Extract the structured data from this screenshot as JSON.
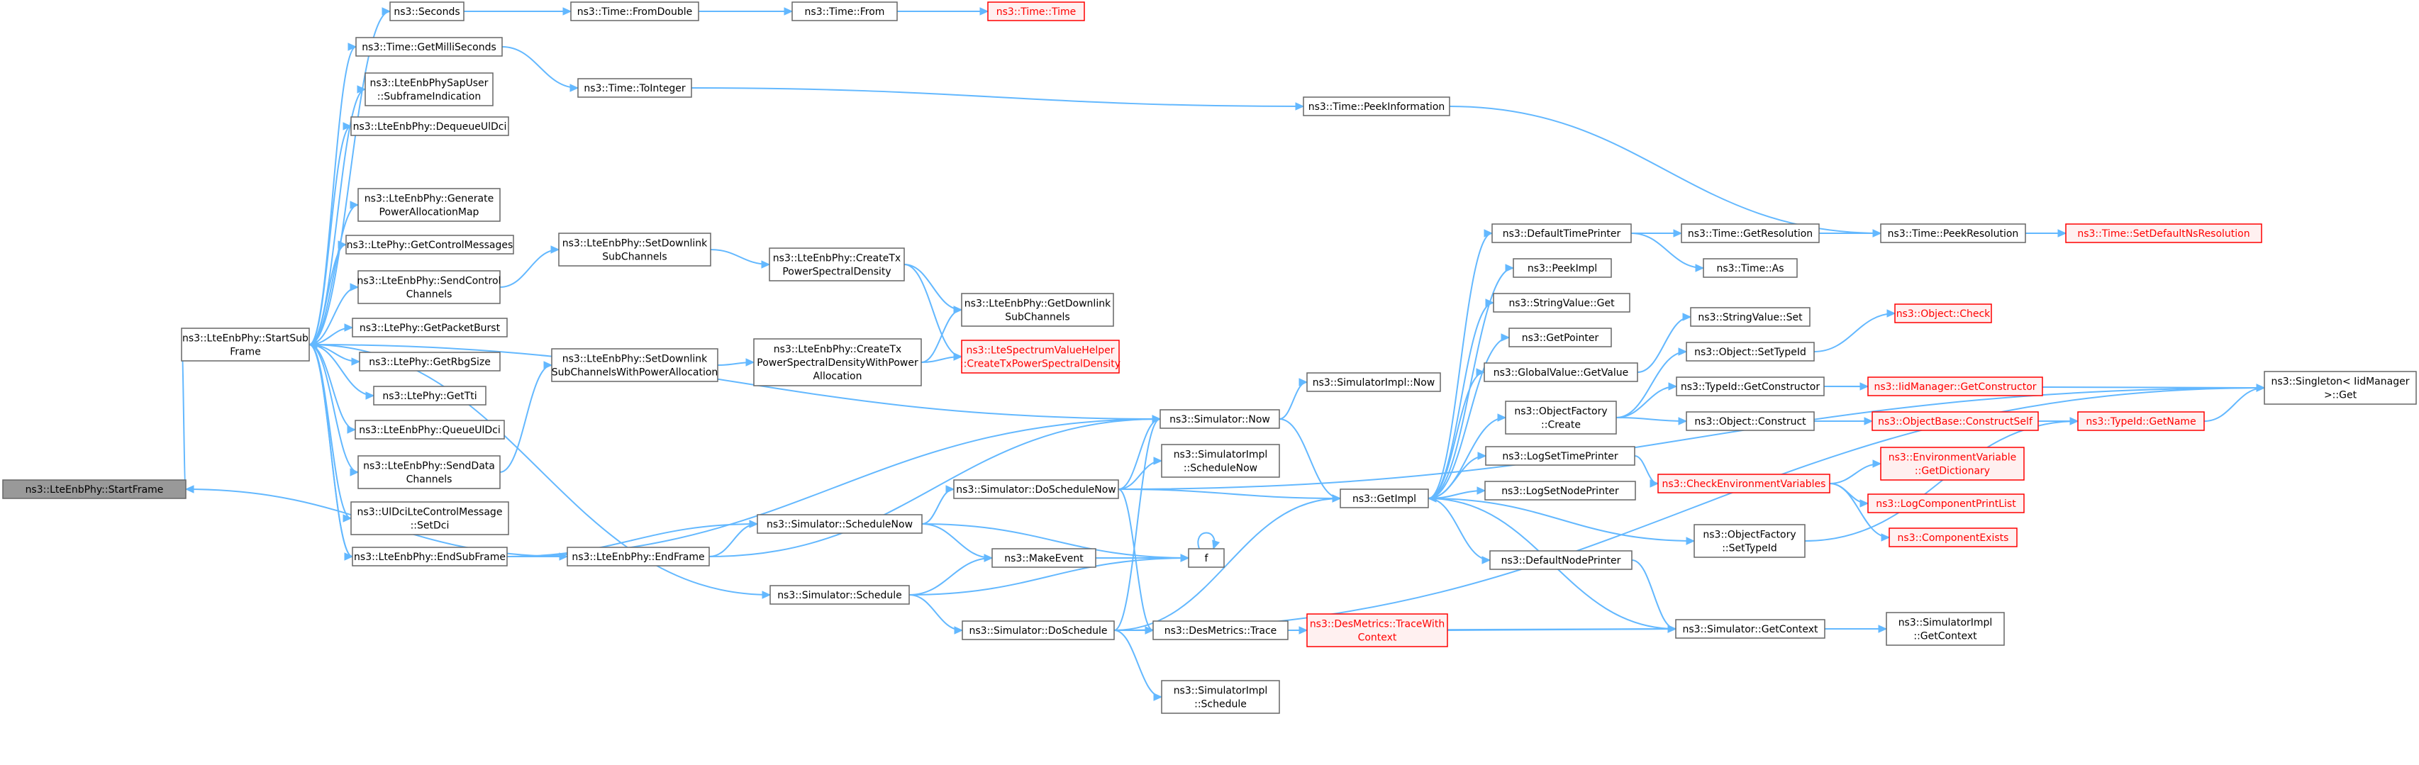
{
  "diagram": {
    "type": "call-graph",
    "colors": {
      "edge": "#63b8ff",
      "node_fill": "#ffffff",
      "node_stroke": "#666666",
      "root_fill": "#999999",
      "root_stroke": "#666666",
      "truncated_stroke": "#ff0000",
      "truncated_fill": "#fff0f0",
      "text": "#000000",
      "truncated_text": "#ff0000"
    },
    "nodes": [
      {
        "id": "startframe",
        "lines": [
          "ns3::LteEnbPhy::StartFrame"
        ],
        "style": "root"
      },
      {
        "id": "startsubframe",
        "lines": [
          "ns3::LteEnbPhy::StartSub",
          "Frame"
        ],
        "style": "normal"
      },
      {
        "id": "seconds",
        "lines": [
          "ns3::Seconds"
        ],
        "style": "normal"
      },
      {
        "id": "getmillis",
        "lines": [
          "ns3::Time::GetMilliSeconds"
        ],
        "style": "normal"
      },
      {
        "id": "physap",
        "lines": [
          "ns3::LteEnbPhySapUser",
          "::SubframeIndication"
        ],
        "style": "normal"
      },
      {
        "id": "dequeue",
        "lines": [
          "ns3::LteEnbPhy::DequeueUlDci"
        ],
        "style": "normal"
      },
      {
        "id": "genpower",
        "lines": [
          "ns3::LteEnbPhy::Generate",
          "PowerAllocationMap"
        ],
        "style": "normal"
      },
      {
        "id": "getctrl",
        "lines": [
          "ns3::LtePhy::GetControlMessages"
        ],
        "style": "normal"
      },
      {
        "id": "sendctrl",
        "lines": [
          "ns3::LteEnbPhy::SendControl",
          "Channels"
        ],
        "style": "normal"
      },
      {
        "id": "getpacket",
        "lines": [
          "ns3::LtePhy::GetPacketBurst"
        ],
        "style": "normal"
      },
      {
        "id": "getrbg",
        "lines": [
          "ns3::LtePhy::GetRbgSize"
        ],
        "style": "normal"
      },
      {
        "id": "gettti",
        "lines": [
          "ns3::LtePhy::GetTti"
        ],
        "style": "normal"
      },
      {
        "id": "queue",
        "lines": [
          "ns3::LteEnbPhy::QueueUlDci"
        ],
        "style": "normal"
      },
      {
        "id": "senddata",
        "lines": [
          "ns3::LteEnbPhy::SendData",
          "Channels"
        ],
        "style": "normal"
      },
      {
        "id": "uldci",
        "lines": [
          "ns3::UlDciLteControlMessage",
          "::SetDci"
        ],
        "style": "normal"
      },
      {
        "id": "endsub",
        "lines": [
          "ns3::LteEnbPhy::EndSubFrame"
        ],
        "style": "normal"
      },
      {
        "id": "endframe",
        "lines": [
          "ns3::LteEnbPhy::EndFrame"
        ],
        "style": "normal"
      },
      {
        "id": "fromdouble",
        "lines": [
          "ns3::Time::FromDouble"
        ],
        "style": "normal"
      },
      {
        "id": "from",
        "lines": [
          "ns3::Time::From"
        ],
        "style": "normal"
      },
      {
        "id": "time",
        "lines": [
          "ns3::Time::Time"
        ],
        "style": "truncated"
      },
      {
        "id": "tointeger",
        "lines": [
          "ns3::Time::ToInteger"
        ],
        "style": "normal"
      },
      {
        "id": "peekinfo",
        "lines": [
          "ns3::Time::PeekInformation"
        ],
        "style": "normal"
      },
      {
        "id": "setdl",
        "lines": [
          "ns3::LteEnbPhy::SetDownlink",
          "SubChannels"
        ],
        "style": "normal"
      },
      {
        "id": "setdlpower",
        "lines": [
          "ns3::LteEnbPhy::SetDownlink",
          "SubChannelsWithPowerAllocation"
        ],
        "style": "normal"
      },
      {
        "id": "createtx",
        "lines": [
          "ns3::LteEnbPhy::CreateTx",
          "PowerSpectralDensity"
        ],
        "style": "normal"
      },
      {
        "id": "createtxpower",
        "lines": [
          "ns3::LteEnbPhy::CreateTx",
          "PowerSpectralDensityWithPower",
          "Allocation"
        ],
        "style": "normal"
      },
      {
        "id": "getdl",
        "lines": [
          "ns3::LteEnbPhy::GetDownlink",
          "SubChannels"
        ],
        "style": "normal"
      },
      {
        "id": "spectrum",
        "lines": [
          "ns3::LteSpectrumValueHelper",
          "::CreateTxPowerSpectralDensity"
        ],
        "style": "truncated"
      },
      {
        "id": "simnow",
        "lines": [
          "ns3::Simulator::Now"
        ],
        "style": "normal"
      },
      {
        "id": "implnow",
        "lines": [
          "ns3::SimulatorImpl::Now"
        ],
        "style": "normal"
      },
      {
        "id": "doschedulenow",
        "lines": [
          "ns3::Simulator::DoScheduleNow"
        ],
        "style": "normal"
      },
      {
        "id": "implschedulenow",
        "lines": [
          "ns3::SimulatorImpl",
          "::ScheduleNow"
        ],
        "style": "normal"
      },
      {
        "id": "schedulenow",
        "lines": [
          "ns3::Simulator::ScheduleNow"
        ],
        "style": "normal"
      },
      {
        "id": "makeevent",
        "lines": [
          "ns3::MakeEvent"
        ],
        "style": "normal"
      },
      {
        "id": "f",
        "lines": [
          "f"
        ],
        "style": "normal"
      },
      {
        "id": "schedule",
        "lines": [
          "ns3::Simulator::Schedule"
        ],
        "style": "normal"
      },
      {
        "id": "doschedule",
        "lines": [
          "ns3::Simulator::DoSchedule"
        ],
        "style": "normal"
      },
      {
        "id": "desmetrics",
        "lines": [
          "ns3::DesMetrics::Trace"
        ],
        "style": "normal"
      },
      {
        "id": "tracewith",
        "lines": [
          "ns3::DesMetrics::TraceWith",
          "Context"
        ],
        "style": "truncated"
      },
      {
        "id": "implschedule",
        "lines": [
          "ns3::SimulatorImpl",
          "::Schedule"
        ],
        "style": "normal"
      },
      {
        "id": "getimpl",
        "lines": [
          "ns3::GetImpl"
        ],
        "style": "normal"
      },
      {
        "id": "defaulttime",
        "lines": [
          "ns3::DefaultTimePrinter"
        ],
        "style": "normal"
      },
      {
        "id": "peekimpl",
        "lines": [
          "ns3::PeekImpl"
        ],
        "style": "normal"
      },
      {
        "id": "stringget",
        "lines": [
          "ns3::StringValue::Get"
        ],
        "style": "normal"
      },
      {
        "id": "getpointer",
        "lines": [
          "ns3::GetPointer"
        ],
        "style": "normal"
      },
      {
        "id": "globalget",
        "lines": [
          "ns3::GlobalValue::GetValue"
        ],
        "style": "normal"
      },
      {
        "id": "factorycreate",
        "lines": [
          "ns3::ObjectFactory",
          "::Create"
        ],
        "style": "normal"
      },
      {
        "id": "logsettime",
        "lines": [
          "ns3::LogSetTimePrinter"
        ],
        "style": "normal"
      },
      {
        "id": "logsetnode",
        "lines": [
          "ns3::LogSetNodePrinter"
        ],
        "style": "normal"
      },
      {
        "id": "factorysettype",
        "lines": [
          "ns3::ObjectFactory",
          "::SetTypeId"
        ],
        "style": "normal"
      },
      {
        "id": "defaultnode",
        "lines": [
          "ns3::DefaultNodePrinter"
        ],
        "style": "normal"
      },
      {
        "id": "getcontext",
        "lines": [
          "ns3::Simulator::GetContext"
        ],
        "style": "normal"
      },
      {
        "id": "implgetcontext",
        "lines": [
          "ns3::SimulatorImpl",
          "::GetContext"
        ],
        "style": "normal"
      },
      {
        "id": "getresolution",
        "lines": [
          "ns3::Time::GetResolution"
        ],
        "style": "normal"
      },
      {
        "id": "timeas",
        "lines": [
          "ns3::Time::As"
        ],
        "style": "normal"
      },
      {
        "id": "peekres",
        "lines": [
          "ns3::Time::PeekResolution"
        ],
        "style": "normal"
      },
      {
        "id": "setdefaultns",
        "lines": [
          "ns3::Time::SetDefaultNsResolution"
        ],
        "style": "truncated"
      },
      {
        "id": "stringset",
        "lines": [
          "ns3::StringValue::Set"
        ],
        "style": "normal"
      },
      {
        "id": "objsettype",
        "lines": [
          "ns3::Object::SetTypeId"
        ],
        "style": "normal"
      },
      {
        "id": "objcheck",
        "lines": [
          "ns3::Object::Check"
        ],
        "style": "truncated"
      },
      {
        "id": "typeidctor",
        "lines": [
          "ns3::TypeId::GetConstructor"
        ],
        "style": "normal"
      },
      {
        "id": "iidctor",
        "lines": [
          "ns3::IidManager::GetConstructor"
        ],
        "style": "truncated"
      },
      {
        "id": "objconstruct",
        "lines": [
          "ns3::Object::Construct"
        ],
        "style": "normal"
      },
      {
        "id": "constructself",
        "lines": [
          "ns3::ObjectBase::ConstructSelf"
        ],
        "style": "truncated"
      },
      {
        "id": "typeidname",
        "lines": [
          "ns3::TypeId::GetName"
        ],
        "style": "truncated"
      },
      {
        "id": "singleton",
        "lines": [
          "ns3::Singleton< IidManager",
          " >::Get"
        ],
        "style": "normal"
      },
      {
        "id": "checkenv",
        "lines": [
          "ns3::CheckEnvironmentVariables"
        ],
        "style": "truncated"
      },
      {
        "id": "envdict",
        "lines": [
          "ns3::EnvironmentVariable",
          "::GetDictionary"
        ],
        "style": "truncated"
      },
      {
        "id": "logprint",
        "lines": [
          "ns3::LogComponentPrintList"
        ],
        "style": "truncated"
      },
      {
        "id": "compexists",
        "lines": [
          "ns3::ComponentExists"
        ],
        "style": "truncated"
      }
    ],
    "edges": [
      [
        "startsubframe",
        "startframe"
      ],
      [
        "endframe",
        "startframe"
      ],
      [
        "startsubframe",
        "seconds"
      ],
      [
        "startsubframe",
        "getmillis"
      ],
      [
        "startsubframe",
        "physap"
      ],
      [
        "startsubframe",
        "dequeue"
      ],
      [
        "startsubframe",
        "genpower"
      ],
      [
        "startsubframe",
        "getctrl"
      ],
      [
        "startsubframe",
        "sendctrl"
      ],
      [
        "startsubframe",
        "getpacket"
      ],
      [
        "startsubframe",
        "getrbg"
      ],
      [
        "startsubframe",
        "gettti"
      ],
      [
        "startsubframe",
        "queue"
      ],
      [
        "startsubframe",
        "senddata"
      ],
      [
        "startsubframe",
        "uldci"
      ],
      [
        "startsubframe",
        "endsub"
      ],
      [
        "startsubframe",
        "simnow"
      ],
      [
        "startsubframe",
        "schedule"
      ],
      [
        "endsub",
        "startsubframe"
      ],
      [
        "seconds",
        "fromdouble"
      ],
      [
        "fromdouble",
        "from"
      ],
      [
        "from",
        "time"
      ],
      [
        "getmillis",
        "tointeger"
      ],
      [
        "tointeger",
        "peekinfo"
      ],
      [
        "peekinfo",
        "peekres"
      ],
      [
        "sendctrl",
        "setdl"
      ],
      [
        "setdl",
        "createtx"
      ],
      [
        "createtx",
        "getdl"
      ],
      [
        "createtx",
        "spectrum"
      ],
      [
        "senddata",
        "setdlpower"
      ],
      [
        "setdlpower",
        "createtxpower"
      ],
      [
        "createtxpower",
        "getdl"
      ],
      [
        "createtxpower",
        "spectrum"
      ],
      [
        "endsub",
        "simnow"
      ],
      [
        "endsub",
        "endframe"
      ],
      [
        "endsub",
        "schedulenow"
      ],
      [
        "endframe",
        "schedulenow"
      ],
      [
        "endframe",
        "simnow"
      ],
      [
        "schedulenow",
        "doschedulenow"
      ],
      [
        "schedulenow",
        "makeevent"
      ],
      [
        "schedulenow",
        "f"
      ],
      [
        "schedule",
        "makeevent"
      ],
      [
        "schedule",
        "doschedule"
      ],
      [
        "schedule",
        "f"
      ],
      [
        "makeevent",
        "f"
      ],
      [
        "f",
        "f"
      ],
      [
        "doschedulenow",
        "simnow"
      ],
      [
        "doschedulenow",
        "implschedulenow"
      ],
      [
        "doschedulenow",
        "getimpl"
      ],
      [
        "doschedulenow",
        "desmetrics"
      ],
      [
        "doschedulenow",
        "singleton"
      ],
      [
        "doschedule",
        "simnow"
      ],
      [
        "doschedule",
        "desmetrics"
      ],
      [
        "doschedule",
        "implschedule"
      ],
      [
        "doschedule",
        "getimpl"
      ],
      [
        "doschedule",
        "singleton"
      ],
      [
        "simnow",
        "implnow"
      ],
      [
        "simnow",
        "getimpl"
      ],
      [
        "desmetrics",
        "tracewith"
      ],
      [
        "desmetrics",
        "getcontext"
      ],
      [
        "tracewith",
        "getcontext"
      ],
      [
        "getimpl",
        "defaulttime"
      ],
      [
        "getimpl",
        "peekimpl"
      ],
      [
        "getimpl",
        "stringget"
      ],
      [
        "getimpl",
        "getpointer"
      ],
      [
        "getimpl",
        "globalget"
      ],
      [
        "getimpl",
        "factorycreate"
      ],
      [
        "getimpl",
        "logsettime"
      ],
      [
        "getimpl",
        "logsetnode"
      ],
      [
        "getimpl",
        "factorysettype"
      ],
      [
        "getimpl",
        "defaultnode"
      ],
      [
        "getcontext",
        "getimpl"
      ],
      [
        "getcontext",
        "implgetcontext"
      ],
      [
        "defaultnode",
        "getcontext"
      ],
      [
        "defaulttime",
        "getresolution"
      ],
      [
        "defaulttime",
        "timeas"
      ],
      [
        "getresolution",
        "peekres"
      ],
      [
        "peekres",
        "setdefaultns"
      ],
      [
        "globalget",
        "stringset"
      ],
      [
        "factorycreate",
        "objsettype"
      ],
      [
        "factorycreate",
        "typeidctor"
      ],
      [
        "factorycreate",
        "objconstruct"
      ],
      [
        "objsettype",
        "objcheck"
      ],
      [
        "typeidctor",
        "iidctor"
      ],
      [
        "typeidctor",
        "singleton"
      ],
      [
        "objconstruct",
        "constructself"
      ],
      [
        "constructself",
        "typeidname"
      ],
      [
        "typeidname",
        "singleton"
      ],
      [
        "factorysettype",
        "typeidname"
      ],
      [
        "logsettime",
        "checkenv"
      ],
      [
        "checkenv",
        "envdict"
      ],
      [
        "checkenv",
        "logprint"
      ],
      [
        "checkenv",
        "compexists"
      ]
    ]
  }
}
